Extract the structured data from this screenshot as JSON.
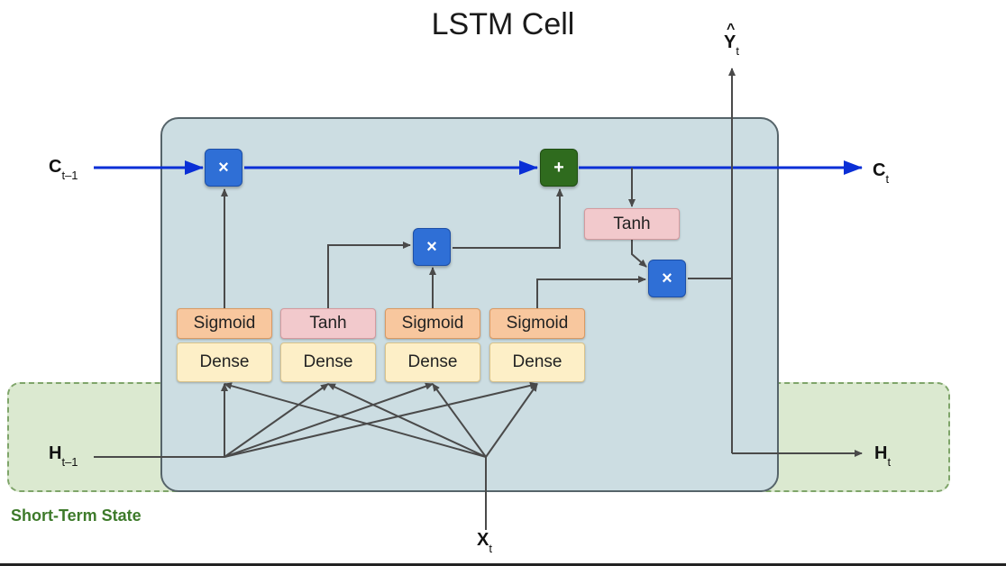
{
  "diagram": {
    "title": "LSTM Cell",
    "short_term_label": "Short-Term State",
    "inputs": {
      "c_prev": {
        "main": "C",
        "sub": "t–1"
      },
      "h_prev": {
        "main": "H",
        "sub": "t–1"
      },
      "x": {
        "main": "X",
        "sub": "t"
      }
    },
    "outputs": {
      "c": {
        "main": "C",
        "sub": "t"
      },
      "h": {
        "main": "H",
        "sub": "t"
      },
      "y": {
        "main": "Y",
        "hat": "^",
        "sub": "t"
      }
    },
    "gates": [
      {
        "activation": "Sigmoid",
        "layer": "Dense"
      },
      {
        "activation": "Tanh",
        "layer": "Dense"
      },
      {
        "activation": "Sigmoid",
        "layer": "Dense"
      },
      {
        "activation": "Sigmoid",
        "layer": "Dense"
      }
    ],
    "cell_tanh": "Tanh",
    "ops": {
      "multiply": "×",
      "add": "+"
    },
    "colors": {
      "cell_state_arrow": "#0a2fd6",
      "connector": "#4a4a4a",
      "cell_body": "#ccdde2",
      "short_term_area": "#dbe9d0",
      "short_term_label": "#3d7a2a",
      "multiply_op": "#2f6fd6",
      "add_op": "#2f6b1e",
      "sigmoid_box": "#f8c79e",
      "tanh_box": "#f2c9cc",
      "dense_box": "#fdefc7"
    }
  }
}
